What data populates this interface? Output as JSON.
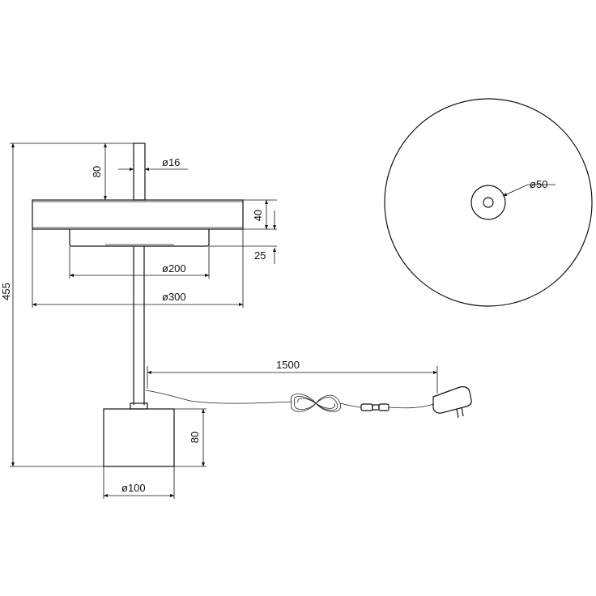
{
  "dimensions": {
    "total_height": "455",
    "stem_top_height": "80",
    "stem_diameter": "ø16",
    "shade_thickness": "40",
    "diffuser_thickness": "25",
    "diffuser_diameter": "ø200",
    "shade_diameter": "ø300",
    "cable_length": "1500",
    "base_height": "80",
    "base_diameter": "ø100",
    "top_hole_diameter": "ø50"
  }
}
